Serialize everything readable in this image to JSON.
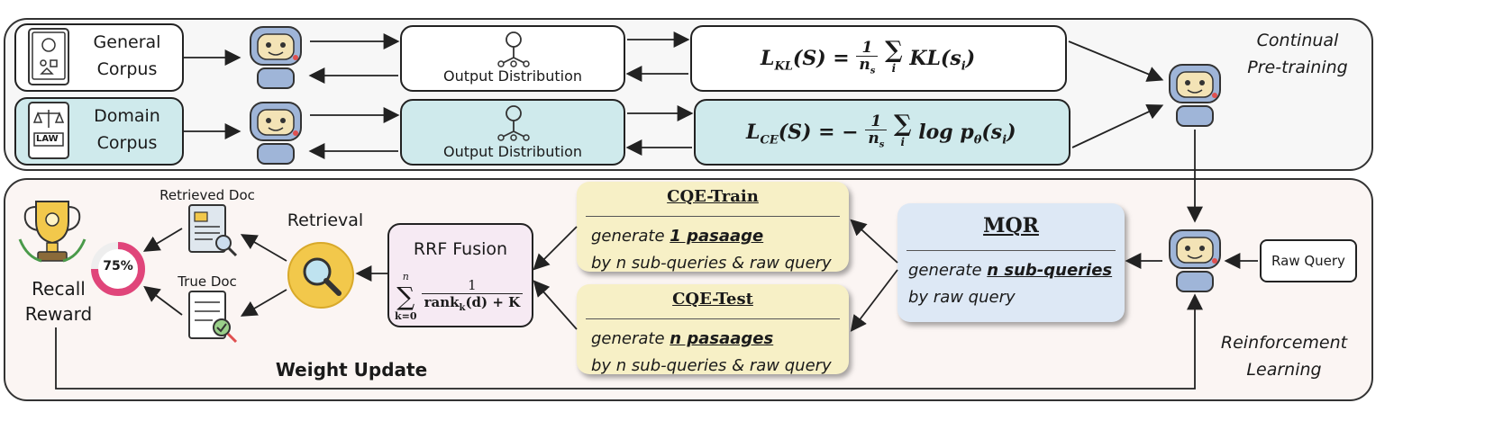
{
  "pretrain": {
    "general_corpus": [
      "General",
      "Corpus"
    ],
    "domain_corpus": [
      "Domain",
      "Corpus"
    ],
    "law_text": "LAW",
    "output_distribution_top": "Output Distribution",
    "output_distribution_bottom": "Output Distribution",
    "loss_kl": {
      "lhs": "L",
      "sub": "KL",
      "arg": "(S) =",
      "num": "1",
      "den": "n",
      "den_sub": "s",
      "sum_sub": "i",
      "rhs": "KL(s",
      "rhs_sub": "i",
      "rhs_end": ")"
    },
    "loss_ce": {
      "lhs": "L",
      "sub": "CE",
      "arg": "(S) = −",
      "num": "1",
      "den": "n",
      "den_sub": "s",
      "sum_sub": "i",
      "rhs": "log p",
      "rhs_sub1": "θ",
      "rhs_mid": "(s",
      "rhs_sub": "i",
      "rhs_end": ")"
    },
    "stage_label": [
      "Continual",
      "Pre-training"
    ]
  },
  "rl": {
    "retrieved_doc": "Retrieved Doc",
    "true_doc": "True Doc",
    "retrieval": "Retrieval",
    "recall_percent": "75%",
    "recall_reward": [
      "Recall",
      "Reward"
    ],
    "weight_update": "Weight Update",
    "rrf": {
      "title": "RRF Fusion",
      "sum_top": "n",
      "sum_bottom": "k=0",
      "num": "1",
      "den": "rank",
      "den_sub": "k",
      "den_end": "(d) + K"
    },
    "cqe_train": {
      "title": "CQE-Train",
      "line1_pre": "generate ",
      "line1_emph": "1 pasaage",
      "line2": "by n sub-queries & raw query"
    },
    "cqe_test": {
      "title": "CQE-Test",
      "line1_pre": "generate ",
      "line1_emph": "n pasaages",
      "line2": "by n sub-queries & raw query"
    },
    "mqr": {
      "title": "MQR",
      "line1_pre": "generate ",
      "line1_emph": "n sub-queries",
      "line2": "by raw query"
    },
    "raw_query": "Raw Query",
    "stage_label": [
      "Reinforcement",
      "Learning"
    ]
  },
  "colors": {
    "teal": "#cfeaec",
    "cqe_yellow": "#f7f0c6",
    "mqr_blue": "#dde8f5",
    "rrf_pink": "#f6eaf3",
    "rl_bg": "#fbf5f3",
    "pretrain_bg": "#f7f7f7"
  }
}
